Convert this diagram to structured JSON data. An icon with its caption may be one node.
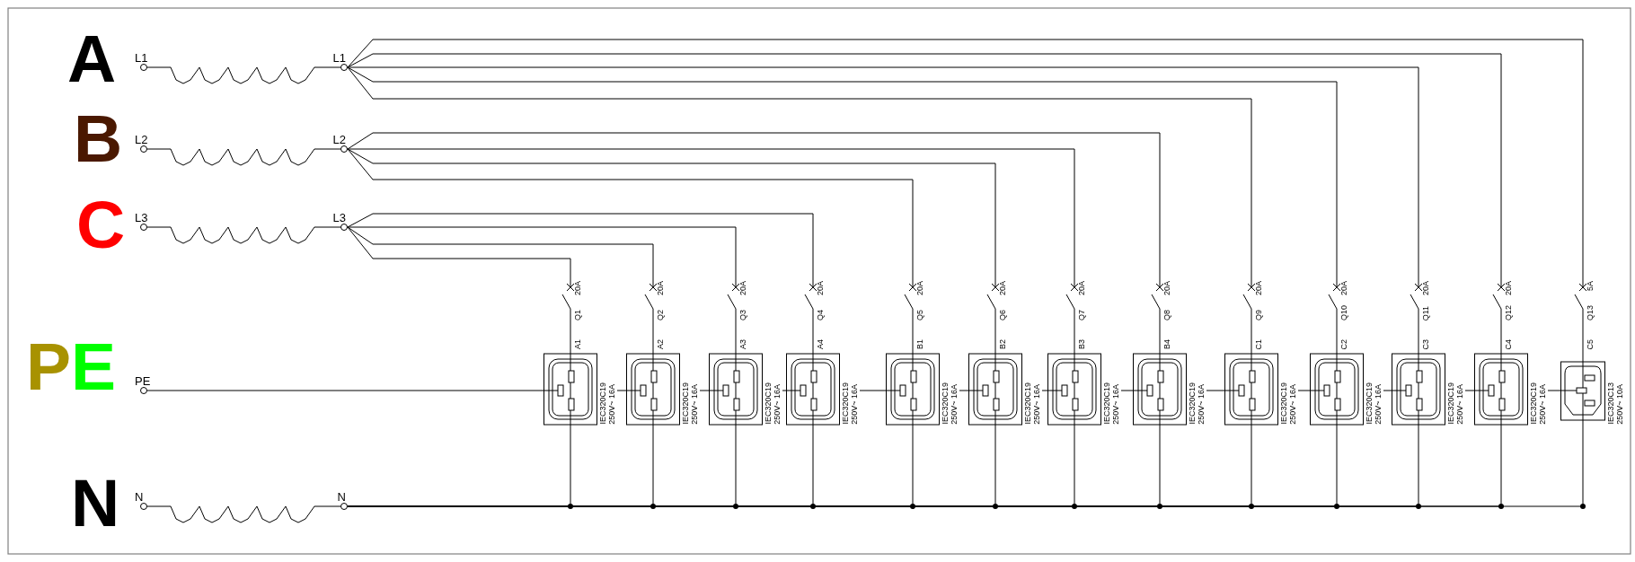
{
  "diagram": {
    "nodes": [
      {
        "text": [
          "L1"
        ]
      },
      {
        "text": [],
        "shape": "coil"
      },
      {
        "text": [
          "L1"
        ]
      },
      {
        "text": [
          "L2"
        ]
      },
      {
        "text": [],
        "shape": "coil"
      },
      {
        "text": [
          "L2"
        ]
      },
      {
        "text": [
          "L3"
        ]
      },
      {
        "text": [],
        "shape": "coil"
      },
      {
        "text": [
          "L3"
        ]
      },
      {
        "text": [
          "PE"
        ]
      },
      {
        "text": [
          "N"
        ]
      },
      {
        "text": [],
        "shape": "coil"
      },
      {
        "text": [
          "N"
        ]
      },
      {
        "text": [
          "Q1",
          "20A"
        ]
      },
      {
        "text": [
          "Q2",
          "20A"
        ]
      },
      {
        "text": [
          "Q3",
          "20A"
        ]
      },
      {
        "text": [
          "Q4",
          "20A"
        ]
      },
      {
        "text": [
          "Q5",
          "20A"
        ]
      },
      {
        "text": [
          "Q6",
          "20A"
        ]
      },
      {
        "text": [
          "Q7",
          "20A"
        ]
      },
      {
        "text": [
          "Q8",
          "20A"
        ]
      },
      {
        "text": [
          "Q9",
          "20A"
        ]
      },
      {
        "text": [
          "Q10",
          "20A"
        ]
      },
      {
        "text": [
          "Q11",
          "20A"
        ]
      },
      {
        "text": [
          "Q12",
          "20A"
        ]
      },
      {
        "text": [
          "Q13",
          "5A"
        ]
      },
      {
        "text": [
          "A1",
          "IEC320C19",
          "250V~ 16A"
        ]
      },
      {
        "text": [
          "A2",
          "IEC320C19",
          "250V~ 16A"
        ]
      },
      {
        "text": [
          "A3",
          "IEC320C19",
          "250V~ 16A"
        ]
      },
      {
        "text": [
          "A4",
          "IEC320C19",
          "250V~ 16A"
        ]
      },
      {
        "text": [
          "B1",
          "IEC320C19",
          "250V~ 16A"
        ]
      },
      {
        "text": [
          "B2",
          "IEC320C19",
          "250V~ 16A"
        ]
      },
      {
        "text": [
          "B3",
          "IEC320C19",
          "250V~ 16A"
        ]
      },
      {
        "text": [
          "B4",
          "IEC320C19",
          "250V~ 16A"
        ]
      },
      {
        "text": [
          "C1",
          "IEC320C19",
          "250V~ 16A"
        ]
      },
      {
        "text": [
          "C2",
          "IEC320C19",
          "250V~ 16A"
        ]
      },
      {
        "text": [
          "C3",
          "IEC320C19",
          "250V~ 16A"
        ]
      },
      {
        "text": [
          "C4",
          "IEC320C19",
          "250V~ 16A"
        ]
      },
      {
        "text": [
          "C5",
          "IEC320C13",
          "250V~ 10A"
        ]
      }
    ],
    "edges": [
      {
        "from": 0,
        "to": 1,
        "arrow": "none"
      },
      {
        "from": 1,
        "to": 2,
        "arrow": "none"
      },
      {
        "from": 3,
        "to": 4,
        "arrow": "none"
      },
      {
        "from": 4,
        "to": 5,
        "arrow": "none"
      },
      {
        "from": 6,
        "to": 7,
        "arrow": "none"
      },
      {
        "from": 7,
        "to": 8,
        "arrow": "none"
      },
      {
        "from": 10,
        "to": 11,
        "arrow": "none"
      },
      {
        "from": 11,
        "to": 12,
        "arrow": "none"
      },
      {
        "from": 2,
        "to": 25,
        "arrow": "none"
      },
      {
        "from": 2,
        "to": 24,
        "arrow": "none"
      },
      {
        "from": 2,
        "to": 23,
        "arrow": "none"
      },
      {
        "from": 2,
        "to": 22,
        "arrow": "none"
      },
      {
        "from": 2,
        "to": 21,
        "arrow": "none"
      },
      {
        "from": 5,
        "to": 20,
        "arrow": "none"
      },
      {
        "from": 5,
        "to": 19,
        "arrow": "none"
      },
      {
        "from": 5,
        "to": 18,
        "arrow": "none"
      },
      {
        "from": 5,
        "to": 17,
        "arrow": "none"
      },
      {
        "from": 8,
        "to": 16,
        "arrow": "none"
      },
      {
        "from": 8,
        "to": 15,
        "arrow": "none"
      },
      {
        "from": 8,
        "to": 14,
        "arrow": "none"
      },
      {
        "from": 8,
        "to": 13,
        "arrow": "none"
      },
      {
        "from": 13,
        "to": 26,
        "arrow": "none"
      },
      {
        "from": 14,
        "to": 27,
        "arrow": "none"
      },
      {
        "from": 15,
        "to": 28,
        "arrow": "none"
      },
      {
        "from": 16,
        "to": 29,
        "arrow": "none"
      },
      {
        "from": 17,
        "to": 30,
        "arrow": "none"
      },
      {
        "from": 18,
        "to": 31,
        "arrow": "none"
      },
      {
        "from": 19,
        "to": 32,
        "arrow": "none"
      },
      {
        "from": 20,
        "to": 33,
        "arrow": "none"
      },
      {
        "from": 21,
        "to": 34,
        "arrow": "none"
      },
      {
        "from": 22,
        "to": 35,
        "arrow": "none"
      },
      {
        "from": 23,
        "to": 36,
        "arrow": "none"
      },
      {
        "from": 24,
        "to": 37,
        "arrow": "none"
      },
      {
        "from": 25,
        "to": 38,
        "arrow": "none"
      },
      {
        "from": 26,
        "to": 12,
        "arrow": "none"
      },
      {
        "from": 27,
        "to": 12,
        "arrow": "none"
      },
      {
        "from": 28,
        "to": 12,
        "arrow": "none"
      },
      {
        "from": 29,
        "to": 12,
        "arrow": "none"
      },
      {
        "from": 30,
        "to": 12,
        "arrow": "none"
      },
      {
        "from": 31,
        "to": 12,
        "arrow": "none"
      },
      {
        "from": 32,
        "to": 12,
        "arrow": "none"
      },
      {
        "from": 33,
        "to": 12,
        "arrow": "none"
      },
      {
        "from": 34,
        "to": 12,
        "arrow": "none"
      },
      {
        "from": 35,
        "to": 12,
        "arrow": "none"
      },
      {
        "from": 36,
        "to": 12,
        "arrow": "none"
      },
      {
        "from": 37,
        "to": 12,
        "arrow": "none"
      },
      {
        "from": 38,
        "to": 12,
        "arrow": "none"
      },
      {
        "from": 9,
        "to": 26,
        "arrow": "none"
      },
      {
        "from": 26,
        "to": 27,
        "arrow": "none"
      },
      {
        "from": 27,
        "to": 28,
        "arrow": "none"
      },
      {
        "from": 28,
        "to": 29,
        "arrow": "none"
      },
      {
        "from": 29,
        "to": 30,
        "arrow": "none"
      },
      {
        "from": 30,
        "to": 31,
        "arrow": "none"
      },
      {
        "from": 31,
        "to": 32,
        "arrow": "none"
      },
      {
        "from": 32,
        "to": 33,
        "arrow": "none"
      },
      {
        "from": 33,
        "to": 34,
        "arrow": "none"
      },
      {
        "from": 34,
        "to": 35,
        "arrow": "none"
      },
      {
        "from": 35,
        "to": 36,
        "arrow": "none"
      },
      {
        "from": 36,
        "to": 37,
        "arrow": "none"
      },
      {
        "from": 37,
        "to": 38,
        "arrow": "none"
      }
    ],
    "labels": [
      "A",
      "B",
      "C",
      "PE",
      "N"
    ]
  }
}
